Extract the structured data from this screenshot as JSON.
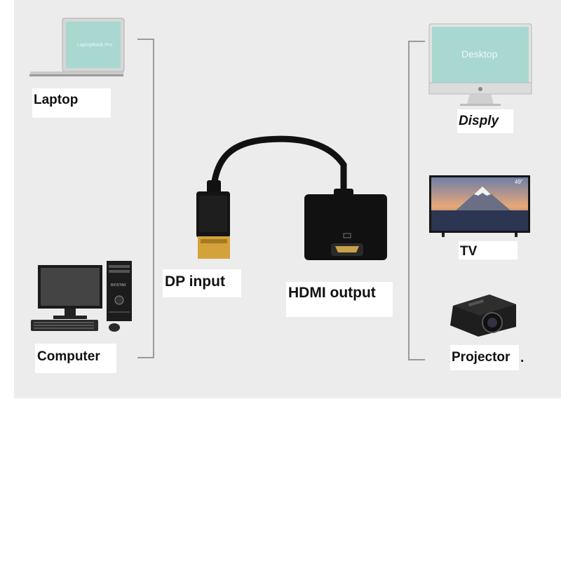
{
  "labels": {
    "laptop": "Laptop",
    "computer": "Computer",
    "display": "Disply",
    "tv": "TV",
    "projector": "Projector",
    "dp_input": "DP input",
    "hdmi_output": "HDMI output",
    "projector_dot": "."
  },
  "device_screens": {
    "laptop_screen_text": "LaptopBook Pro",
    "monitor_screen_text": "Desktop",
    "tv_size": "49\"",
    "pc_case_brand": "BIOSTAR"
  },
  "colors": {
    "panel_background": "#ececec",
    "bracket_line": "#9a9a9a",
    "label_background": "#ffffff",
    "screen_teal": "#a8d8d0",
    "adapter_black": "#111111",
    "dp_gold": "#d4a23a"
  },
  "icons": [
    "laptop-icon",
    "desktop-computer-icon",
    "monitor-icon",
    "tv-icon",
    "projector-icon",
    "dp-to-hdmi-adapter-icon"
  ]
}
